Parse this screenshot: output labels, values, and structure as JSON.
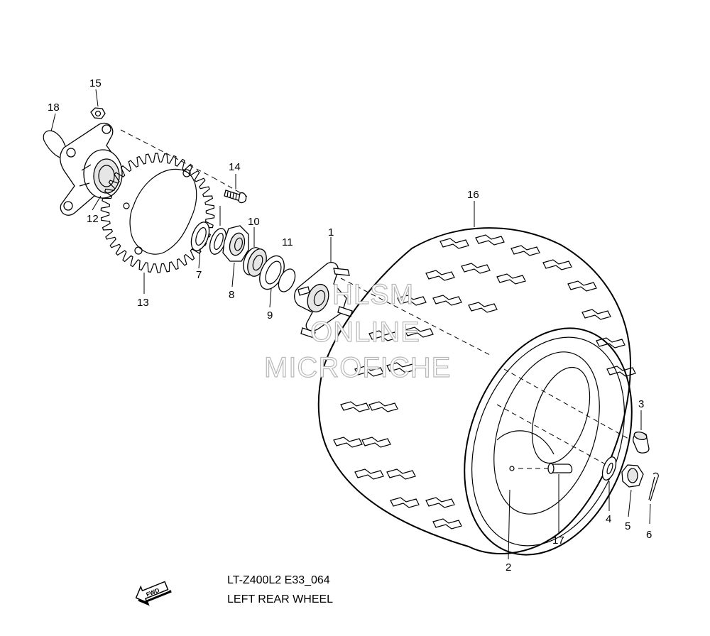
{
  "diagram": {
    "model_code": "LT-Z400L2 E33_064",
    "title": "LEFT REAR WHEEL",
    "direction_badge": "FWD",
    "watermark": [
      "HLSM",
      "ONLINE",
      "MICROFICHE"
    ],
    "callouts": {
      "p1": "1",
      "p2": "2",
      "p3": "3",
      "p4": "4",
      "p5": "5",
      "p6": "6",
      "p7": "7",
      "p8": "8",
      "p9": "9",
      "p10": "10",
      "p11": "11",
      "p12": "12",
      "p13": "13",
      "p14": "14",
      "p15": "15",
      "p16": "16",
      "p17": "17",
      "p18": "18"
    }
  }
}
